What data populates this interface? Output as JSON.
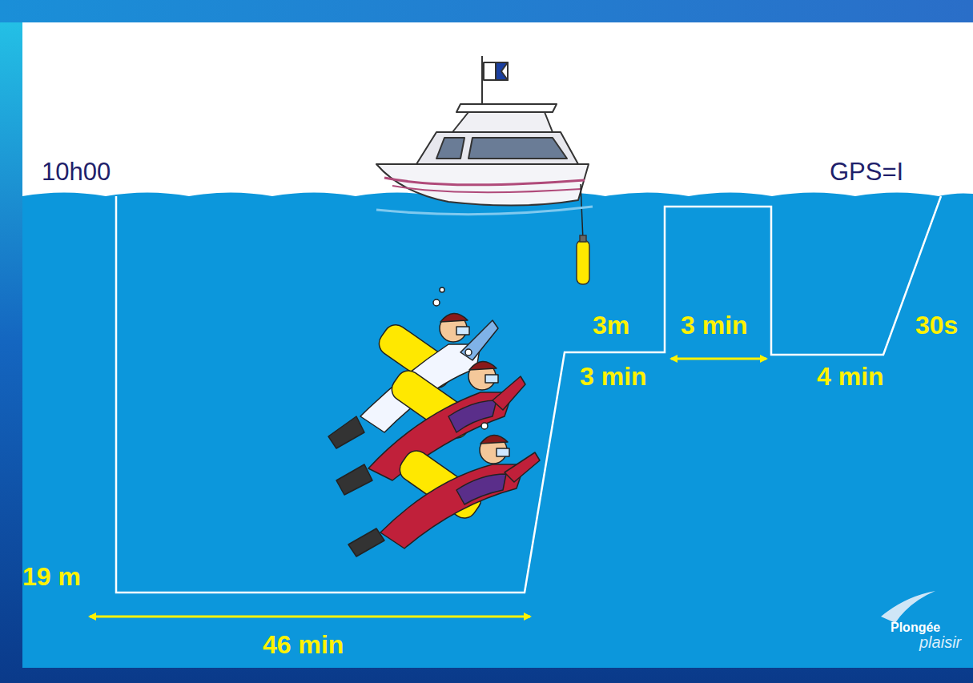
{
  "diagram": {
    "labels": [
      "10h00",
      "GPS=I",
      "19 m",
      "46 min",
      "3m",
      "3 min",
      "3 min",
      "4 min",
      "30s",
      "Plongée",
      "plaisir"
    ]
  }
}
